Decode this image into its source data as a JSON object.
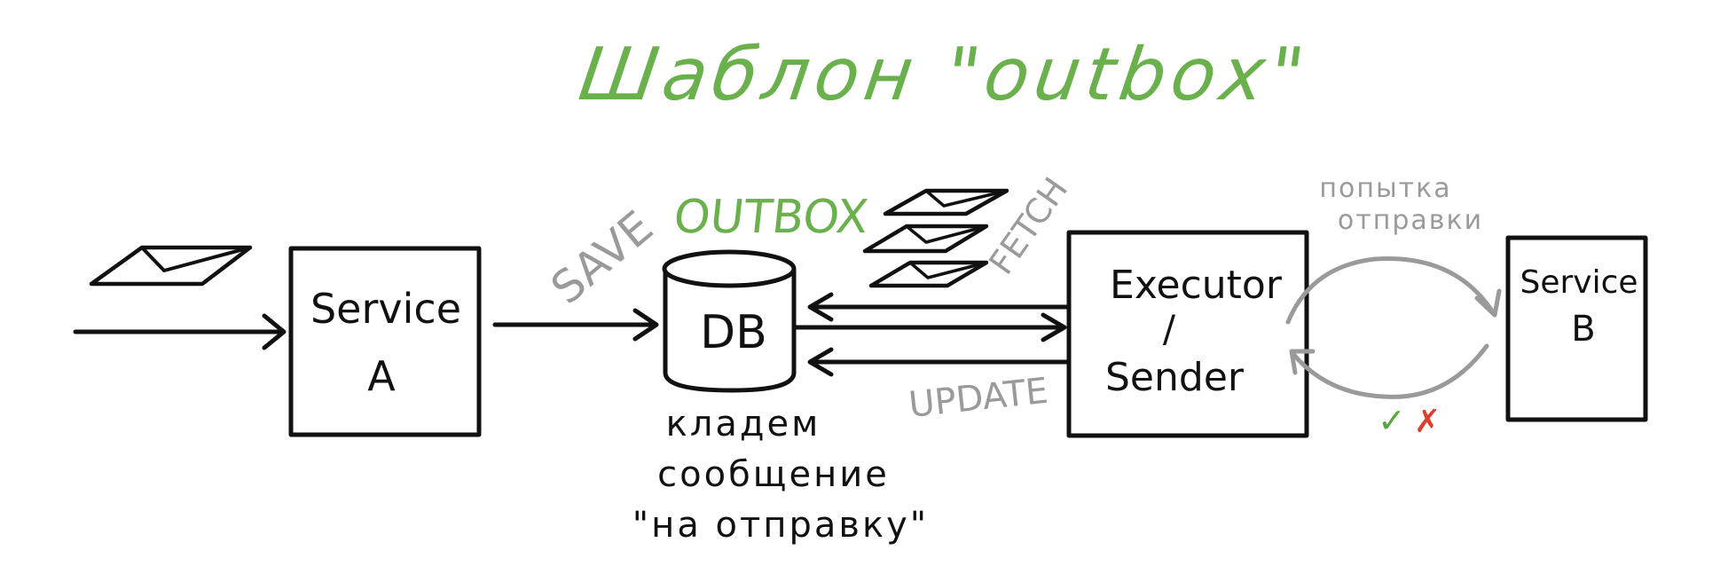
{
  "title": "Шаблон \"outbox\"",
  "service_a": {
    "line1": "Service",
    "line2": "A"
  },
  "db": {
    "label": "DB"
  },
  "save_label": "SAVE",
  "outbox_label": "OUTBOX",
  "fetch_label": "FETCH",
  "update_label": "UPDATE",
  "db_caption": {
    "line1": "кладем",
    "line2": "сообщение",
    "line3": "\"на отправку\""
  },
  "executor": {
    "line1": "Executor",
    "line2": "/",
    "line3": "Sender"
  },
  "attempt_label": {
    "line1": "попытка",
    "line2": "отправки"
  },
  "service_b": {
    "line1": "Service",
    "line2": "B"
  },
  "result_marks": {
    "success": "✓",
    "failure": "✗"
  },
  "colors": {
    "title_green": "#6ab04c",
    "ink": "#111111",
    "gray": "#9a9a9a",
    "check_green": "#5aa540",
    "cross_red": "#d9412e"
  }
}
